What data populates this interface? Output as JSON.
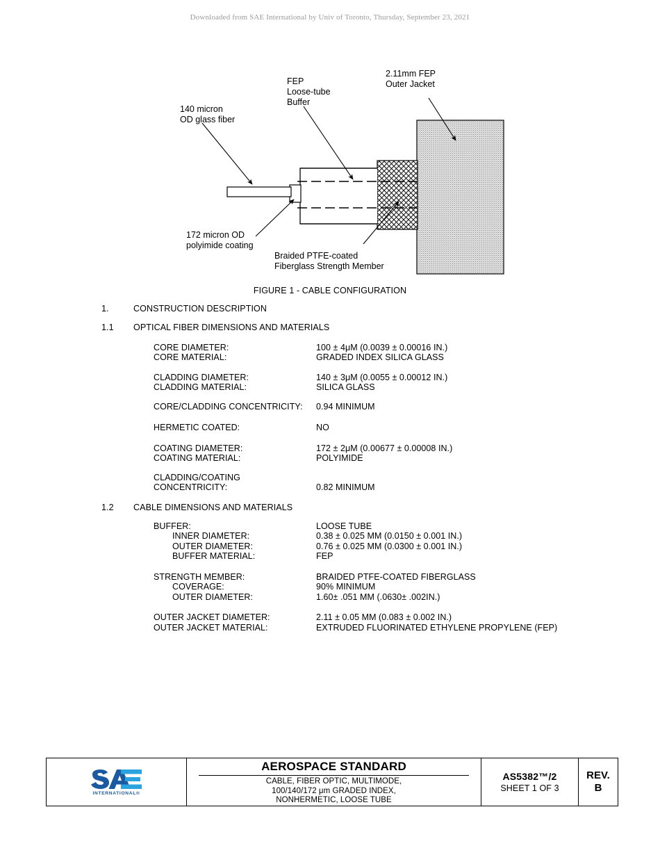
{
  "header": {
    "download_notice": "Downloaded from SAE International by Univ of Toronto, Thursday, September 23, 2021"
  },
  "figure": {
    "caption": "FIGURE 1 - CABLE CONFIGURATION",
    "callouts": [
      {
        "id": "glass-fiber",
        "lines": [
          "140 micron",
          "OD glass fiber"
        ]
      },
      {
        "id": "loose-tube",
        "lines": [
          "FEP",
          "Loose-tube",
          "Buffer"
        ]
      },
      {
        "id": "outer-jacket",
        "lines": [
          "2.11mm FEP",
          "Outer Jacket"
        ]
      },
      {
        "id": "polyimide",
        "lines": [
          "172 micron OD",
          "polyimide coating"
        ]
      },
      {
        "id": "strength-member",
        "lines": [
          "Braided PTFE-coated",
          "Fiberglass Strength Member"
        ]
      }
    ]
  },
  "sections": [
    {
      "number": "1.",
      "title": "CONSTRUCTION DESCRIPTION"
    },
    {
      "number": "1.1",
      "title": "OPTICAL FIBER DIMENSIONS AND MATERIALS"
    },
    {
      "number": "1.2",
      "title": "CABLE DIMENSIONS AND MATERIALS"
    }
  ],
  "specs_fiber": [
    {
      "label": "CORE DIAMETER:",
      "value": "100 ± 4μM  (0.0039 ± 0.00016 IN.)",
      "indent": 0
    },
    {
      "label": "CORE MATERIAL:",
      "value": "GRADED INDEX SILICA GLASS",
      "indent": 0
    },
    {
      "label": "CLADDING DIAMETER:",
      "value": "140 ± 3μM  (0.0055 ± 0.00012 IN.)",
      "indent": 0
    },
    {
      "label": "CLADDING MATERIAL:",
      "value": "SILICA GLASS",
      "indent": 0
    },
    {
      "label": "CORE/CLADDING CONCENTRICITY:",
      "value": "0.94 MINIMUM",
      "indent": 0
    },
    {
      "label": "HERMETIC COATED:",
      "value": "NO",
      "indent": 0
    },
    {
      "label": "COATING DIAMETER:",
      "value": "172 ± 2μM  (0.00677 ± 0.00008 IN.)",
      "indent": 0
    },
    {
      "label": "COATING MATERIAL:",
      "value": "POLYIMIDE",
      "indent": 0
    },
    {
      "label": "CLADDING/COATING",
      "value": "",
      "indent": 0
    },
    {
      "label": "CONCENTRICITY:",
      "value": "0.82 MINIMUM",
      "indent": 0
    }
  ],
  "specs_cable": [
    {
      "label": "BUFFER:",
      "value": "LOOSE TUBE",
      "indent": 0
    },
    {
      "label": "INNER DIAMETER:",
      "value": "0.38 ± 0.025 MM  (0.0150 ± 0.001 IN.)",
      "indent": 1
    },
    {
      "label": "OUTER DIAMETER:",
      "value": "0.76 ± 0.025 MM  (0.0300 ± 0.001 IN.)",
      "indent": 1
    },
    {
      "label": "BUFFER MATERIAL:",
      "value": "FEP",
      "indent": 1
    },
    {
      "label": "STRENGTH MEMBER:",
      "value": "BRAIDED PTFE-COATED FIBERGLASS",
      "indent": 0
    },
    {
      "label": "COVERAGE:",
      "value": "90% MINIMUM",
      "indent": 1
    },
    {
      "label": "OUTER DIAMETER:",
      "value": "1.60± .051 MM  (.0630± .002IN.)",
      "indent": 1
    },
    {
      "label": "OUTER JACKET DIAMETER:",
      "value": "2.11 ± 0.05 MM  (0.083 ± 0.002 IN.)",
      "indent": 0
    },
    {
      "label": "OUTER JACKET MATERIAL:",
      "value": "EXTRUDED FLUORINATED ETHYLENE PROPYLENE (FEP)",
      "indent": 0
    }
  ],
  "footer": {
    "logo_text": "SAE",
    "logo_subtext": "INTERNATIONAL®",
    "logo_color_dark": "#1b5aa0",
    "logo_color_light": "#2aa3df",
    "main_title": "AEROSPACE STANDARD",
    "subtitle_lines": [
      "CABLE, FIBER OPTIC, MULTIMODE,",
      "100/140/172 μm GRADED INDEX,",
      "NONHERMETIC, LOOSE TUBE"
    ],
    "doc_number": "AS5382™/2",
    "doc_sheet": "SHEET 1 OF 3",
    "rev_label": "REV.",
    "rev_value": "B"
  }
}
